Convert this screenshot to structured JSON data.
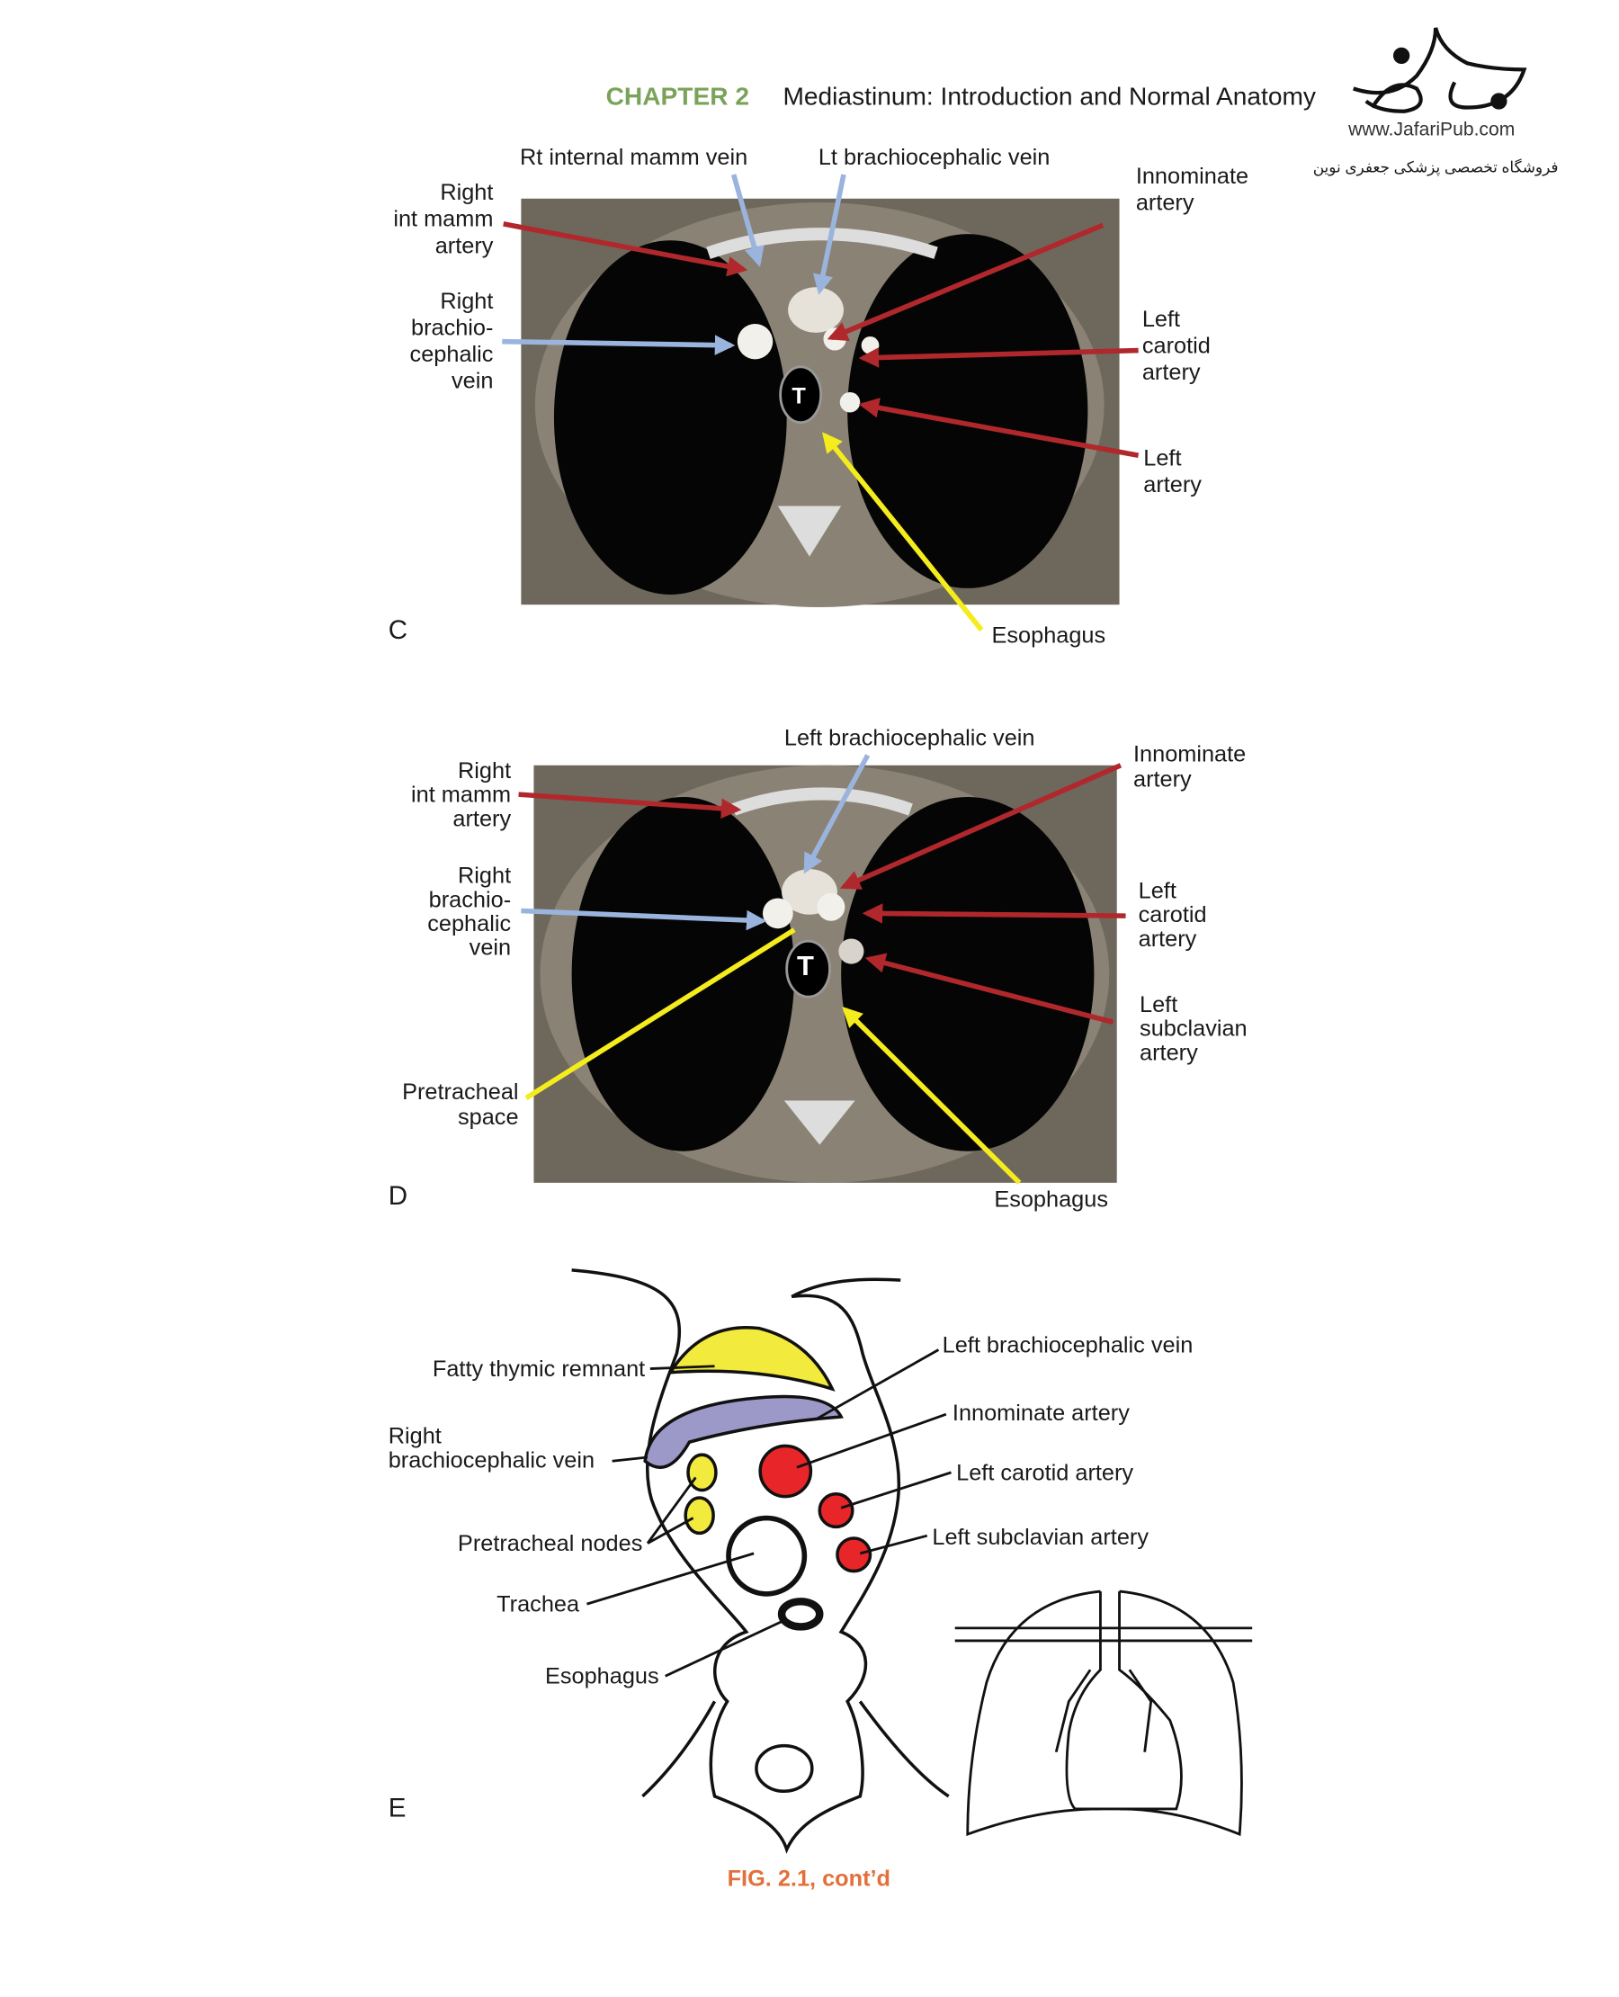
{
  "header": {
    "chapter": "CHAPTER 2",
    "title": "Mediastinum: Introduction and Normal Anatomy",
    "chapter_color": "#7aa35a"
  },
  "watermark": {
    "url": "www.JafariPub.com",
    "tagline": "فروشگاه تخصصی پزشکی جعفری نوین"
  },
  "panel_c": {
    "letter": "C",
    "trachea_marker": "T",
    "labels": {
      "rt_int_mamm_vein": "Rt internal mamm vein",
      "lt_brachio_vein": "Lt brachiocephalic vein",
      "right_int_mamm_artery": [
        "Right",
        "int mamm",
        "artery"
      ],
      "right_brachio_vein": [
        "Right",
        "brachio-",
        "cephalic",
        "vein"
      ],
      "innominate": [
        "Innominate",
        "artery"
      ],
      "left_carotid": [
        "Left",
        "carotid",
        "artery"
      ],
      "left_artery": [
        "Left",
        "artery"
      ],
      "esophagus": "Esophagus"
    }
  },
  "panel_d": {
    "letter": "D",
    "trachea_marker": "T",
    "labels": {
      "left_brachio_vein": "Left brachiocephalic vein",
      "right_int_mamm_artery": [
        "Right",
        "int mamm",
        "artery"
      ],
      "right_brachio_vein": [
        "Right",
        "brachio-",
        "cephalic",
        "vein"
      ],
      "pretracheal": [
        "Pretracheal",
        "space"
      ],
      "innominate": [
        "Innominate",
        "artery"
      ],
      "left_carotid": [
        "Left",
        "carotid",
        "artery"
      ],
      "left_subclavian": [
        "Left",
        "subclavian",
        "artery"
      ],
      "esophagus": "Esophagus"
    }
  },
  "panel_e": {
    "letter": "E",
    "labels": {
      "fatty_thymic": "Fatty thymic remnant",
      "right_brachio_vein": [
        "Right",
        "brachiocephalic vein"
      ],
      "pretracheal_nodes": "Pretracheal nodes",
      "trachea": "Trachea",
      "esophagus": "Esophagus",
      "left_brachio_vein": "Left brachiocephalic vein",
      "innominate": "Innominate artery",
      "left_carotid": "Left carotid artery",
      "left_subclavian": "Left subclavian artery"
    }
  },
  "caption": {
    "text": "FIG. 2.1, cont’d",
    "color": "#e2703a"
  },
  "colors": {
    "artery": "#b0282c",
    "vein": "#9ab4de",
    "yellow": "#f4ec1c"
  }
}
